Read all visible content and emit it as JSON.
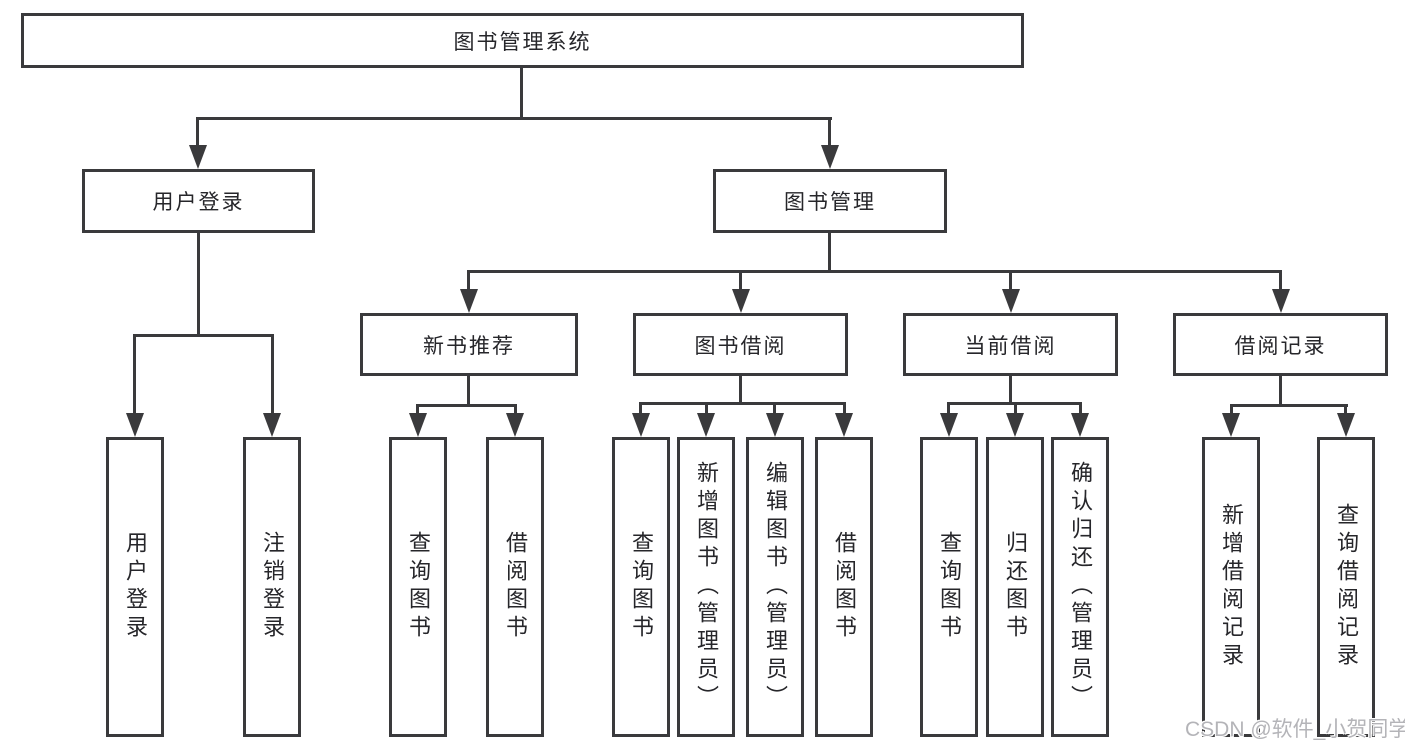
{
  "root": {
    "label": "图书管理系统"
  },
  "level2": [
    {
      "id": "user-login",
      "label": "用户登录",
      "parent": "图书管理系统"
    },
    {
      "id": "book-management",
      "label": "图书管理",
      "parent": "图书管理系统"
    }
  ],
  "level3": [
    {
      "id": "new-book-recommend",
      "label": "新书推荐",
      "parent": "图书管理"
    },
    {
      "id": "book-borrow",
      "label": "图书借阅",
      "parent": "图书管理"
    },
    {
      "id": "current-borrow",
      "label": "当前借阅",
      "parent": "图书管理"
    },
    {
      "id": "borrow-records",
      "label": "借阅记录",
      "parent": "图书管理"
    }
  ],
  "leaves": [
    {
      "label": "用户登录",
      "parent": "用户登录"
    },
    {
      "label": "注销登录",
      "parent": "用户登录"
    },
    {
      "label": "查询图书",
      "parent": "新书推荐"
    },
    {
      "label": "借阅图书",
      "parent": "新书推荐"
    },
    {
      "label": "查询图书",
      "parent": "图书借阅"
    },
    {
      "label": "新增图书（管理员）",
      "parent": "图书借阅"
    },
    {
      "label": "编辑图书（管理员）",
      "parent": "图书借阅"
    },
    {
      "label": "借阅图书",
      "parent": "图书借阅"
    },
    {
      "label": "查询图书",
      "parent": "当前借阅"
    },
    {
      "label": "归还图书",
      "parent": "当前借阅"
    },
    {
      "label": "确认归还（管理员）",
      "parent": "当前借阅"
    },
    {
      "label": "新增借阅记录",
      "parent": "借阅记录"
    },
    {
      "label": "查询借阅记录",
      "parent": "借阅记录"
    }
  ],
  "watermark": {
    "text": "CSDN @软件_小贺同学"
  },
  "colors": {
    "line": "#3a3a3c",
    "text": "#26262a",
    "watermark": "#b4b4b8",
    "background": "#ffffff"
  }
}
